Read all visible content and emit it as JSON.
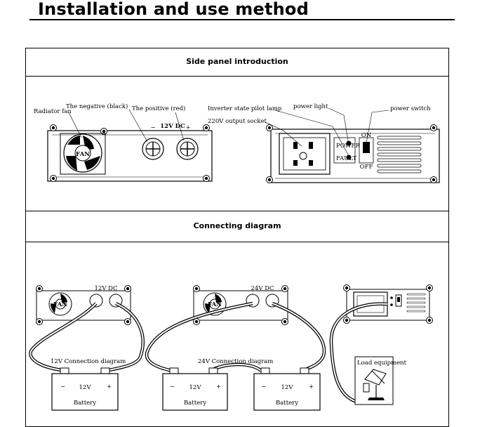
{
  "page": {
    "title": "Installation and use method"
  },
  "sections": {
    "side_panel": {
      "heading": "Side panel introduction",
      "left_panel": {
        "callouts": {
          "radiator_fan": "Radiator fan",
          "negative": "The negative (black)",
          "positive": "The positive (red)"
        },
        "fan_text": "FAN",
        "dc_text": "12V DC",
        "minus": "−",
        "plus": "+"
      },
      "right_panel": {
        "callouts": {
          "state_lamp": "Inverter state pilot lamp",
          "power_light": "power light",
          "power_switch": "power switch",
          "output_socket": "220V output socket"
        },
        "led_power": "POWER",
        "led_fault": "FAULT",
        "switch_on": "ON",
        "switch_off": "OFF"
      }
    },
    "connecting": {
      "heading": "Connecting diagram",
      "diagram_12v": "12V Connection diagram",
      "diagram_24v": "24V Connection diagram",
      "battery_voltage": "12V",
      "battery_label": "Battery",
      "battery_minus": "−",
      "battery_plus": "+",
      "load_label": "Load equipment",
      "fan_text": "FAN",
      "dc12": "12V DC",
      "dc24": "24V DC"
    }
  }
}
